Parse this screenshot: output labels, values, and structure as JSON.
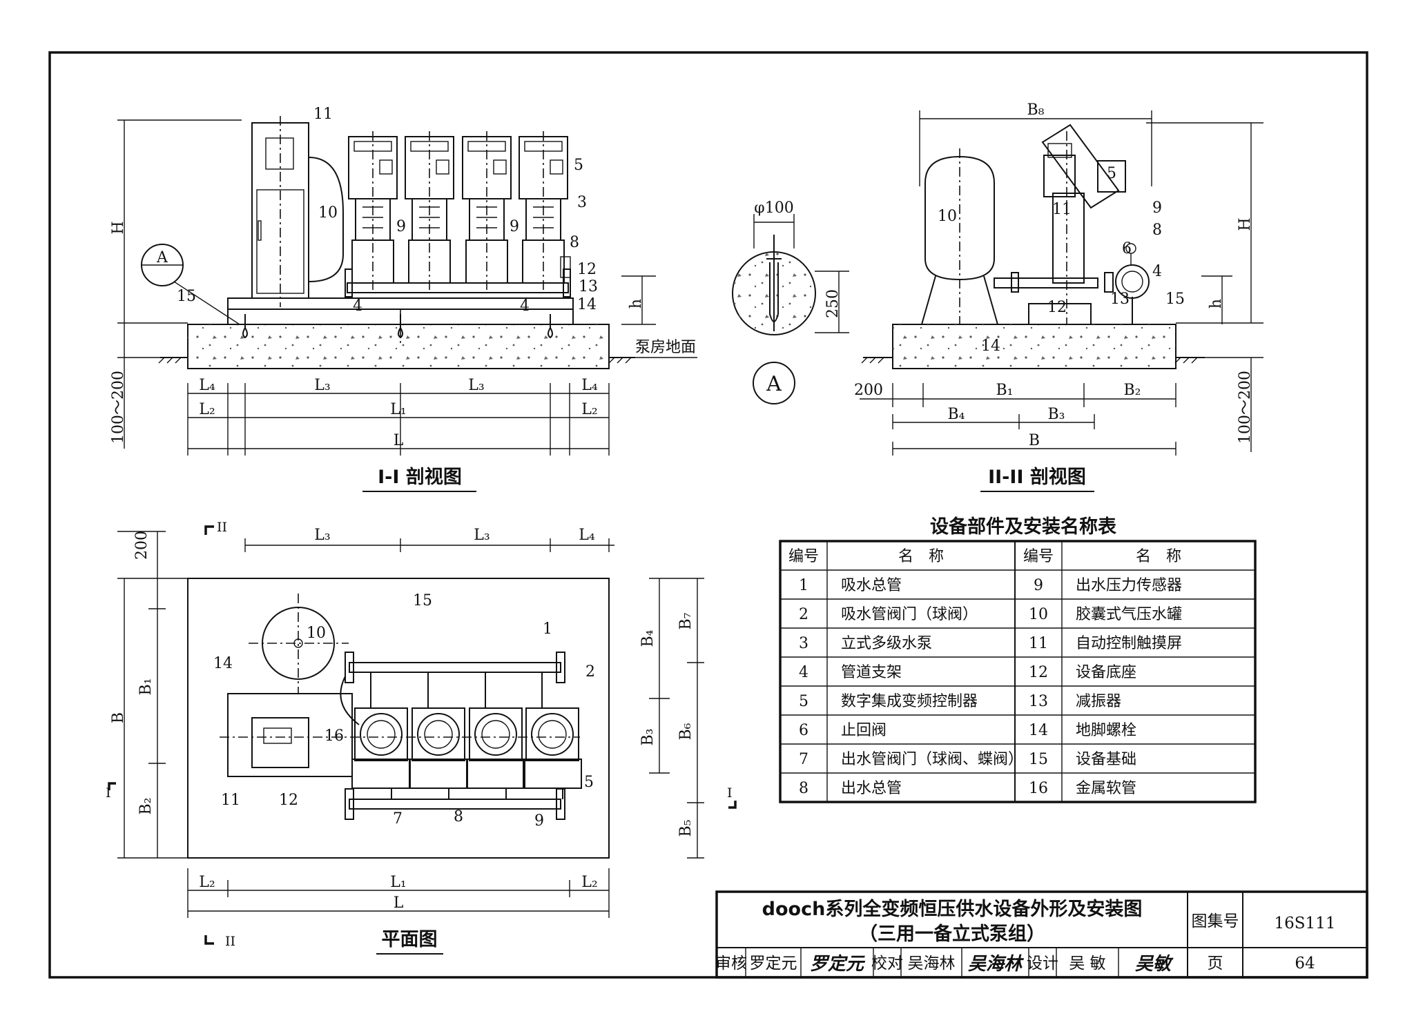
{
  "views": {
    "section1": {
      "caption": "I-I 剖视图",
      "dims": {
        "H": "H",
        "h": "h",
        "range": "100～200",
        "L": "L",
        "L1": "L₁",
        "L2": "L₂",
        "L3": "L₃",
        "L4": "L₄"
      },
      "floor_label": "泵房地面",
      "callouts": [
        "11",
        "10",
        "5",
        "3",
        "9",
        "9",
        "8",
        "12",
        "13",
        "14",
        "15",
        "4",
        "4"
      ],
      "section_mark": "A"
    },
    "detailA": {
      "diameter": "φ100",
      "depth": "250",
      "mark": "A"
    },
    "section2": {
      "caption": "II-II 剖视图",
      "dims": {
        "B8": "B₈",
        "H": "H",
        "h": "h",
        "d200": "200",
        "B": "B",
        "B1": "B₁",
        "B2": "B₂",
        "B3": "B₃",
        "B4": "B₄",
        "range": "100～200"
      },
      "callouts": [
        "10",
        "11",
        "5",
        "9",
        "8",
        "6",
        "4",
        "12",
        "13",
        "14",
        "15"
      ]
    },
    "plan": {
      "caption": "平面图",
      "dims": {
        "d200": "200",
        "B": "B",
        "B1": "B₁",
        "B2": "B₂",
        "B3": "B₃",
        "B4": "B₄",
        "B5": "B₅",
        "B6": "B₆",
        "B7": "B₇",
        "L": "L",
        "L1": "L₁",
        "L2": "L₂",
        "L3": "L₃",
        "L4": "L₄"
      },
      "section_marks": {
        "II": "II",
        "I": "I"
      },
      "callouts": [
        "15",
        "10",
        "14",
        "1",
        "2",
        "16",
        "11",
        "12",
        "5",
        "7",
        "8",
        "9"
      ]
    }
  },
  "parts_table": {
    "title": "设备部件及安装名称表",
    "headers": [
      "编号",
      "名　称",
      "编号",
      "名　称"
    ],
    "rows": [
      [
        "1",
        "吸水总管",
        "9",
        "出水压力传感器"
      ],
      [
        "2",
        "吸水管阀门（球阀）",
        "10",
        "胶囊式气压水罐"
      ],
      [
        "3",
        "立式多级水泵",
        "11",
        "自动控制触摸屏"
      ],
      [
        "4",
        "管道支架",
        "12",
        "设备底座"
      ],
      [
        "5",
        "数字集成变频控制器",
        "13",
        "减振器"
      ],
      [
        "6",
        "止回阀",
        "14",
        "地脚螺栓"
      ],
      [
        "7",
        "出水管阀门（球阀、蝶阀）",
        "15",
        "设备基础"
      ],
      [
        "8",
        "出水总管",
        "16",
        "金属软管"
      ]
    ]
  },
  "title_block": {
    "title_line1": "dooch系列全变频恒压供水设备外形及安装图",
    "title_line2": "（三用一备立式泵组）",
    "atlas_label": "图集号",
    "atlas_no": "16S111",
    "page_label": "页",
    "page_no": "64",
    "review_label": "审核",
    "reviewer": "罗定元",
    "reviewer_sig": "罗定元",
    "check_label": "校对",
    "checker": "吴海林",
    "checker_sig": "吴海林",
    "design_label": "设计",
    "designer": "吴 敏",
    "designer_sig": "吴敏"
  }
}
